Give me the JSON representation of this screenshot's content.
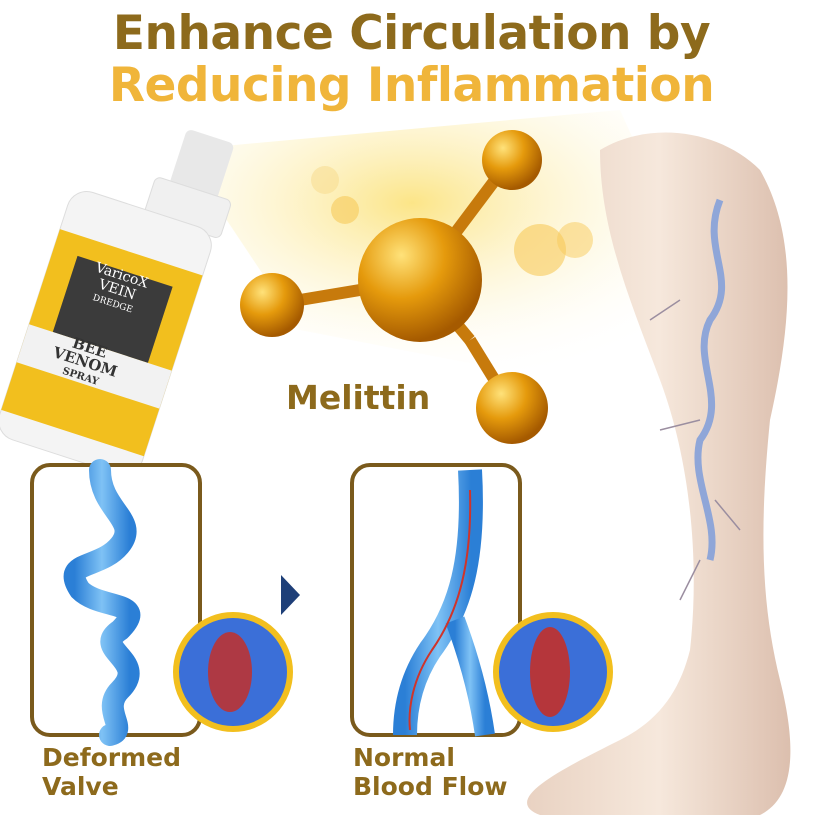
{
  "headline": {
    "line1": "Enhance Circulation by",
    "line2": "Reducing Inflammation"
  },
  "colors": {
    "headline_dark": "#8d6a1c",
    "headline_gold": "#f0b53a",
    "frame": "#7a5a1c",
    "vein_blue": "#3a8ee0",
    "arrow": "#1e3f78"
  },
  "product": {
    "brand_line1": "VaricoX",
    "brand_line2": "VEIN",
    "brand_line3": "DREDGE",
    "name_line1": "BEE",
    "name_line2": "VENOM",
    "name_line3": "SPRAY"
  },
  "molecule_label": "Melittin",
  "panels": [
    {
      "caption_line1": "Deformed",
      "caption_line2": "Valve"
    },
    {
      "caption_line1": "Normal",
      "caption_line2": "Blood Flow"
    }
  ],
  "icons": [
    "next-arrow-icon"
  ]
}
